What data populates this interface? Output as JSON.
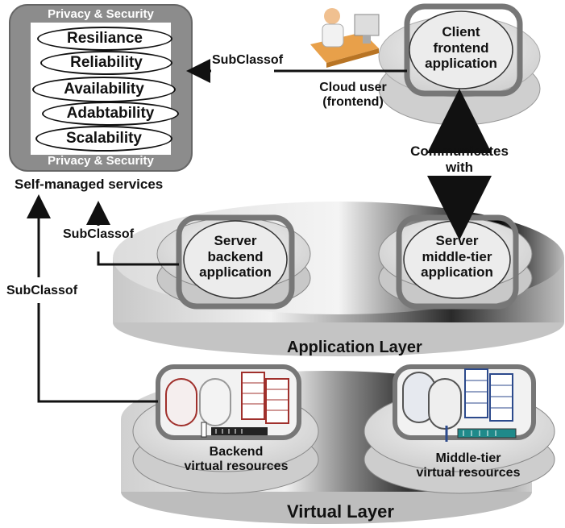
{
  "self_managed": {
    "header": "Privacy & Security",
    "footer": "Privacy & Security",
    "services": [
      "Resiliance",
      "Reliability",
      "Availability",
      "Adabtability",
      "Scalability"
    ],
    "caption": "Self-managed services"
  },
  "client": {
    "node_label_1": "Client",
    "node_label_2": "frontend",
    "node_label_3": "application",
    "user_label_1": "Cloud user",
    "user_label_2": "(frontend)"
  },
  "edges": {
    "subclass_top": "SubClassof",
    "subclass_mid": "SubClassof",
    "subclass_left": "SubClassof",
    "communicates_1": "Communicates",
    "communicates_2": "with"
  },
  "application_layer": {
    "title": "Application Layer",
    "backend_1": "Server",
    "backend_2": "backend",
    "backend_3": "application",
    "middle_1": "Server",
    "middle_2": "middle-tier",
    "middle_3": "application"
  },
  "virtual_layer": {
    "title": "Virtual Layer",
    "backend_res_1": "Backend",
    "backend_res_2": "virtual resources",
    "middle_res_1": "Middle-tier",
    "middle_res_2": "virtual resources"
  },
  "colors": {
    "backend_server": "#a0302c",
    "middle_server": "#2c4a8c",
    "gray_box": "#8c8c8c"
  }
}
